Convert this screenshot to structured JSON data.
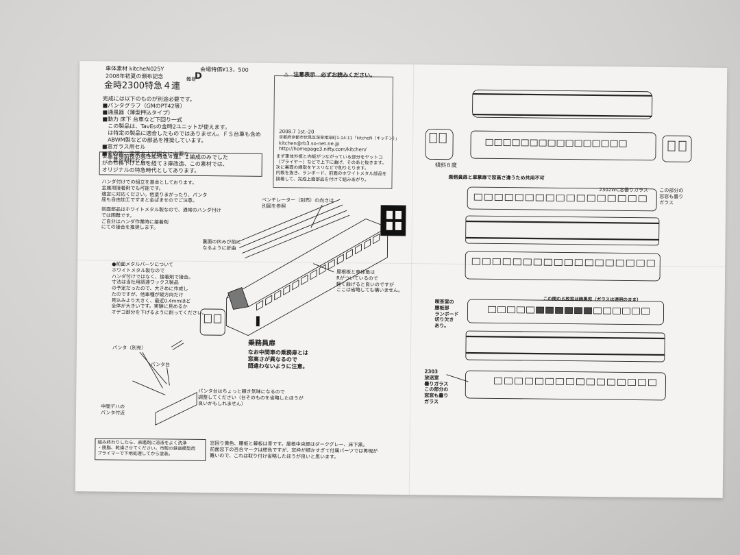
{
  "header": {
    "product_line": "車体素材 kitcheN025Y",
    "edition": "2008年初夏の頒布記念",
    "price": "会場特価¥13，500",
    "grade_label": "難易",
    "grade": "D",
    "title": "金時2300特急４連"
  },
  "notice": {
    "title": "注意表示　必ずお読みください。",
    "address_lines": [
      "2008.7 1st.-20",
      "京都府京都市伏見区深草相深町1-14-11「kitcheN（キッチン）」",
      "kitchen@rb3.so-net.ne.jp",
      "http://homepage3.nifty.com/kitchen/"
    ],
    "body": "まず車体外板と内板がつながっている部分をヤットコ\n（プライヤー）などで上下に曲げ、そのあと抜きます。\n次に裏面の縁取をヤスリなどで削りとります。\n内板を抜き、ランボード、前面のホワイトメタル部品を\n接着して、完成上面部品を付けて組みあがり。"
  },
  "requirements": "完成には以下のものが別途必要です。\n■パンタグラフ（GMのPT42等）\n■通風器（薄型押込タイプ）\n■動力 床下 台車など下回り一式\n　この製品は、TavEsの金時2ユニットが使えます。\n　は特定の製品に適合したものではありません。ＦＳ台車も含め\n　ABWM製などの部品を推奨しています。\n■窓ガラス用セル\n■その他、塗装および組立に必要な\n　工具や材料など。",
  "history": "従車登場前夜の高性能特急４連。１編成のみでした\nがのち格下げと扉を経て３扉改造、この素材では、\nオリジナルの特急時代としてあります。",
  "notes_solder": "ハンダ付けでの組立を基本としております。\n金属用接着剤でも可能です。\n適宜に対応ください。他塗りまがったり、パンタ\n座も自由加工ですまと金ぱませのでご注意。",
  "notes_whitemetal": "前面部品はホワイトメタル製なので、通常のハンダ付け\nでは困難です。\nご自分はハンダ作業時に接着剤\nにての接合を推奨します。",
  "diagram_labels": {
    "ventilator": "ベンチレーター（別売）の向きは\n別図を参照",
    "roof_dent": "裏面の凹みが前に\nなるように折曲",
    "body_join": "屋根板と車体角は\nRがついているので\n軽く曲げると良いのですが\nここは省略しても構いません。",
    "front_parts": "●前面メタルパーツについて\nホワイトメタル製なので\nハンダ付けではなく、接着剤で接合。\n寸法は当社用調達ワックス製品\nの予定だったので、大きめに作成し\nたのですが、他車種が縦方向だけ\n見込みより大きく、最近0.4mmほど\n全体が大きいです。実験に見めるか\nオデコ部分を下げるように削ってください。",
    "conductor_title": "乗務員扉",
    "conductor_text": "なお中間車の乗務扉とは\n窓高さが異なるので\n間違わないように注意。",
    "panta": "パンタ（別売）",
    "panta_base": "パンタ台",
    "mid_deha": "中間デハの\nパンタ付近",
    "panta_note": "パンタ台はちょっと頼き気味になるので\n調整してください（台そのものを省略したほうが\n良いかもしれません）"
  },
  "footer": {
    "left": "組み終わりしたら、表鑑剤に溶液をよく洗浄\n・脱脂、乾燥させてください。市販の鉄道模型用\nプライマーで下地処理してから塗装。",
    "right": "窓回り黄色、腰板と幕板は青です。屋根中央部はダークグレー、床下黒。\n前面窓下の百合マークは紺色ですが、窓枠が細かすぎて付属パーツでは再現が\n難いので、これは取り付け省略したほうが良いと思います。"
  },
  "right_panel": {
    "tilt": "傾斜８度",
    "doors_note": "乗務員扉と車掌扉で窓高さ違うため共用不可",
    "frosted_2302": "2302WC窓曇りガラス",
    "frosted_note": "この部分の\n窓窓も曇り\nガラス",
    "six_windows": "この間の６枚窓は暗黒窓（ガラスは透明のまま）",
    "tearoom": "喫茶室の\n腰板部\nランボード\n切り欠き\nあり。",
    "car_2303": "2303\n放送室\n曇りガラス\nこの部分の\n窓窓も曇り\nガラス"
  }
}
